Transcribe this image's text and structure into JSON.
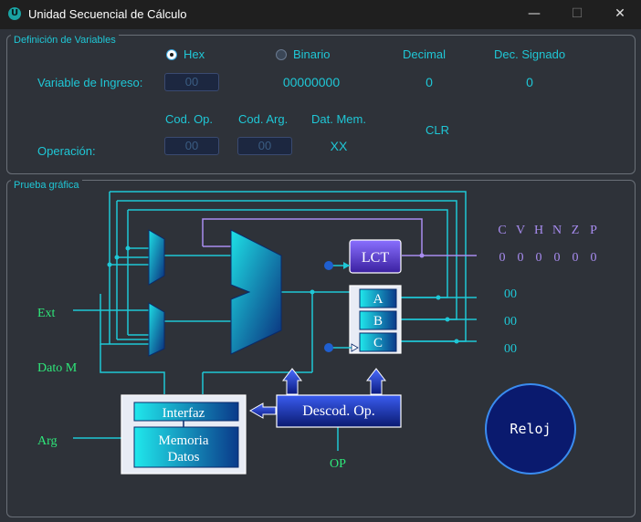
{
  "window": {
    "title": "Unidad Secuencial de Cálculo",
    "minimize": "—",
    "maximize": "☐",
    "close": "✕"
  },
  "variables": {
    "group_title": "Definición de Variables",
    "radio_hex": "Hex",
    "radio_bin": "Binario",
    "col_decimal": "Decimal",
    "col_signed": "Dec. Signado",
    "input_label": "Variable de Ingreso:",
    "input_value": "00",
    "binary_value": "00000000",
    "decimal_value": "0",
    "signed_value": "0",
    "col_cod_op": "Cod. Op.",
    "col_cod_arg": "Cod. Arg.",
    "col_dat_mem": "Dat. Mem.",
    "clr": "CLR",
    "operation_label": "Operación:",
    "cod_op_value": "00",
    "cod_arg_value": "00",
    "dat_mem_value": "XX"
  },
  "diagram": {
    "group_title": "Prueba gráfica",
    "ext": "Ext",
    "dato_m": "Dato M",
    "arg": "Arg",
    "op": "OP",
    "lct": "LCT",
    "reg_a": "A",
    "reg_b": "B",
    "reg_c": "C",
    "interfaz": "Interfaz",
    "memoria_1": "Memoria",
    "memoria_2": "Datos",
    "descod": "Descod. Op.",
    "reloj": "Reloj",
    "flags": [
      "C",
      "V",
      "H",
      "N",
      "Z",
      "P"
    ],
    "flag_values": [
      "0",
      "0",
      "0",
      "0",
      "0",
      "0"
    ],
    "reg_values": [
      "00",
      "00",
      "00"
    ]
  },
  "colors": {
    "cyan": "#1fc7d6",
    "green": "#2ee87a",
    "purple": "#a88cf0",
    "background": "#2e3239"
  }
}
